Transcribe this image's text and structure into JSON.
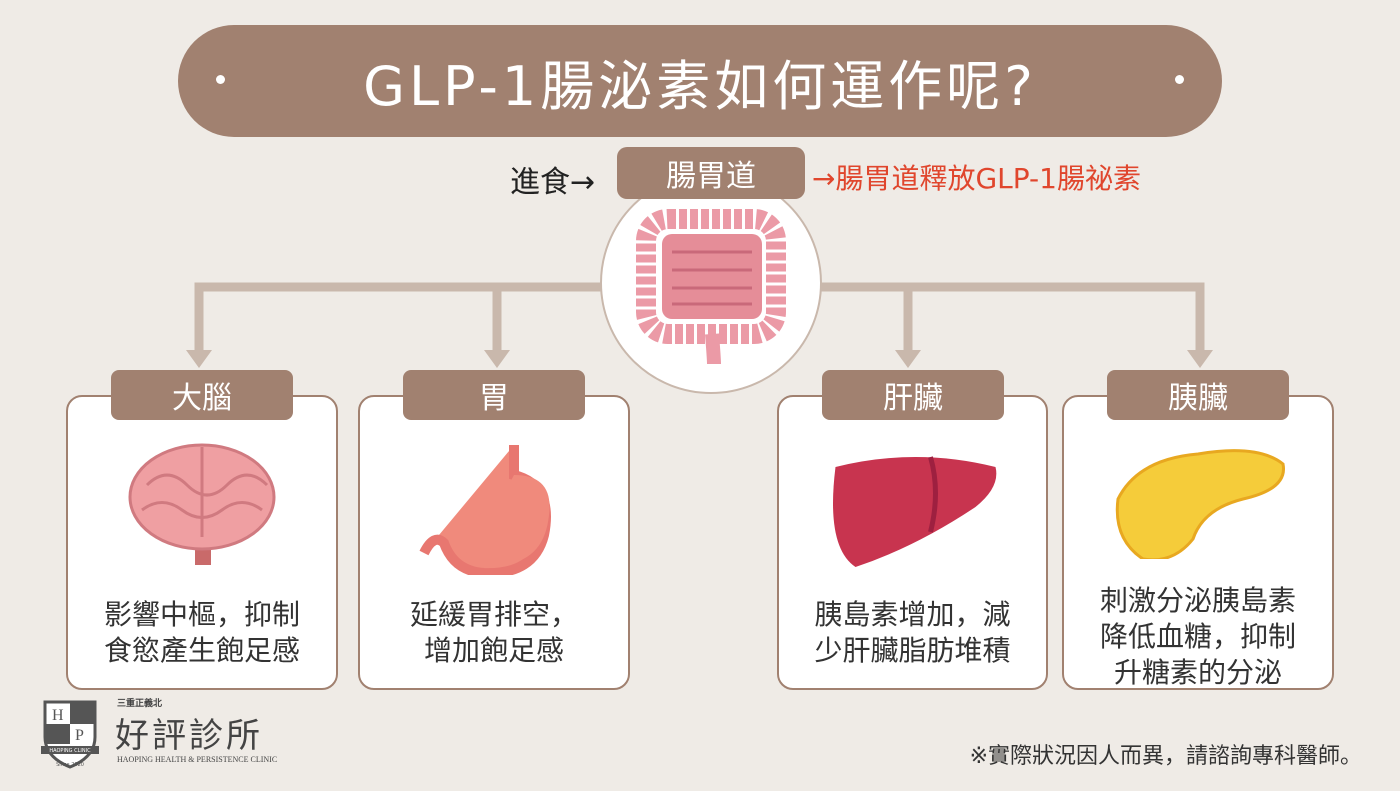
{
  "title": "GLP-1腸泌素如何運作呢?",
  "flow": {
    "eat": "進食→",
    "gut_label": "腸胃道",
    "release": "→腸胃道釋放GLP-1腸祕素"
  },
  "organs": [
    {
      "label": "大腦",
      "lines": [
        "影響中樞，抑制",
        "食慾產生飽足感"
      ]
    },
    {
      "label": "胃",
      "lines": [
        "延緩胃排空，",
        "增加飽足感"
      ]
    },
    {
      "label": "肝臟",
      "lines": [
        "胰島素增加，減",
        "少肝臟脂肪堆積"
      ]
    },
    {
      "label": "胰臟",
      "lines": [
        "刺激分泌胰島素",
        "降低血糖，抑制",
        "升糖素的分泌"
      ]
    }
  ],
  "note": "※實際狀況因人而異，請諮詢專科醫師。",
  "logo": {
    "sub": "三重正義北",
    "name": "好評診所",
    "en": "HAOPING HEALTH & PERSISTENCE CLINIC",
    "badge": "HAOPING CLINIC",
    "since": "Since 2020"
  },
  "colors": {
    "brown": "#a18170",
    "line": "#c9b8ac",
    "red": "#e0462d",
    "bg": "#efebe6"
  }
}
